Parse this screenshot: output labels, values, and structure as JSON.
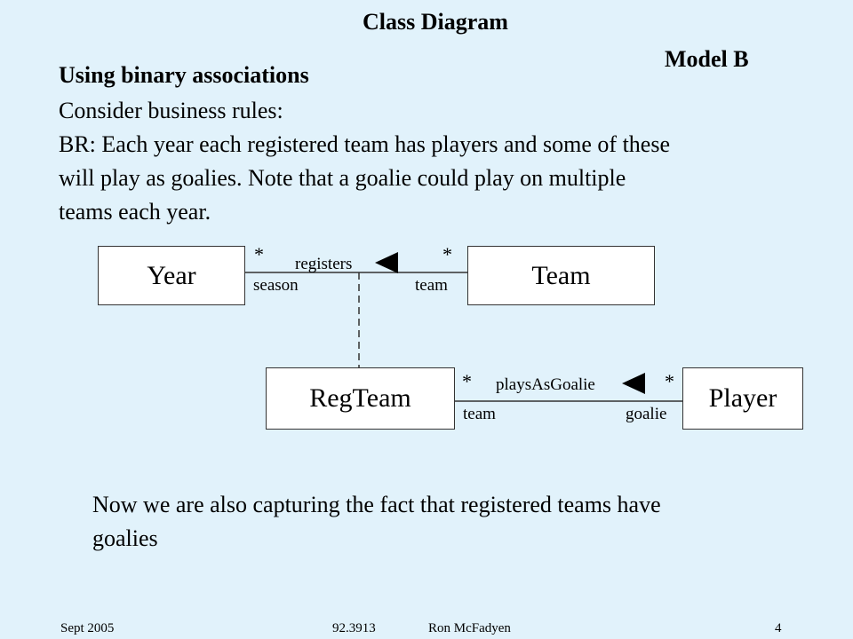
{
  "heading": {
    "title": "Class Diagram",
    "model": "Model B"
  },
  "intro": {
    "subtitle": "Using binary associations",
    "line1": "Consider business rules:",
    "line2": "BR: Each year each registered team has players and some of these",
    "line3": "will play as goalies. Note that a goalie could play on multiple",
    "line4": "teams each year."
  },
  "diagram": {
    "classes": {
      "year": "Year",
      "team": "Team",
      "regteam": "RegTeam",
      "player": "Player"
    },
    "assoc_registers": {
      "name": "registers",
      "left_multiplicity": "*",
      "right_multiplicity": "*",
      "left_role": "season",
      "right_role": "team"
    },
    "assoc_plays": {
      "name": "playsAsGoalie",
      "left_multiplicity": "*",
      "right_multiplicity": "*",
      "left_role": "team",
      "right_role": "goalie"
    }
  },
  "note": {
    "line1": "Now we are also capturing the fact that registered teams have",
    "line2": "goalies"
  },
  "footer": {
    "date": "Sept 2005",
    "course": "92.3913",
    "author": "Ron McFadyen",
    "page": "4"
  }
}
